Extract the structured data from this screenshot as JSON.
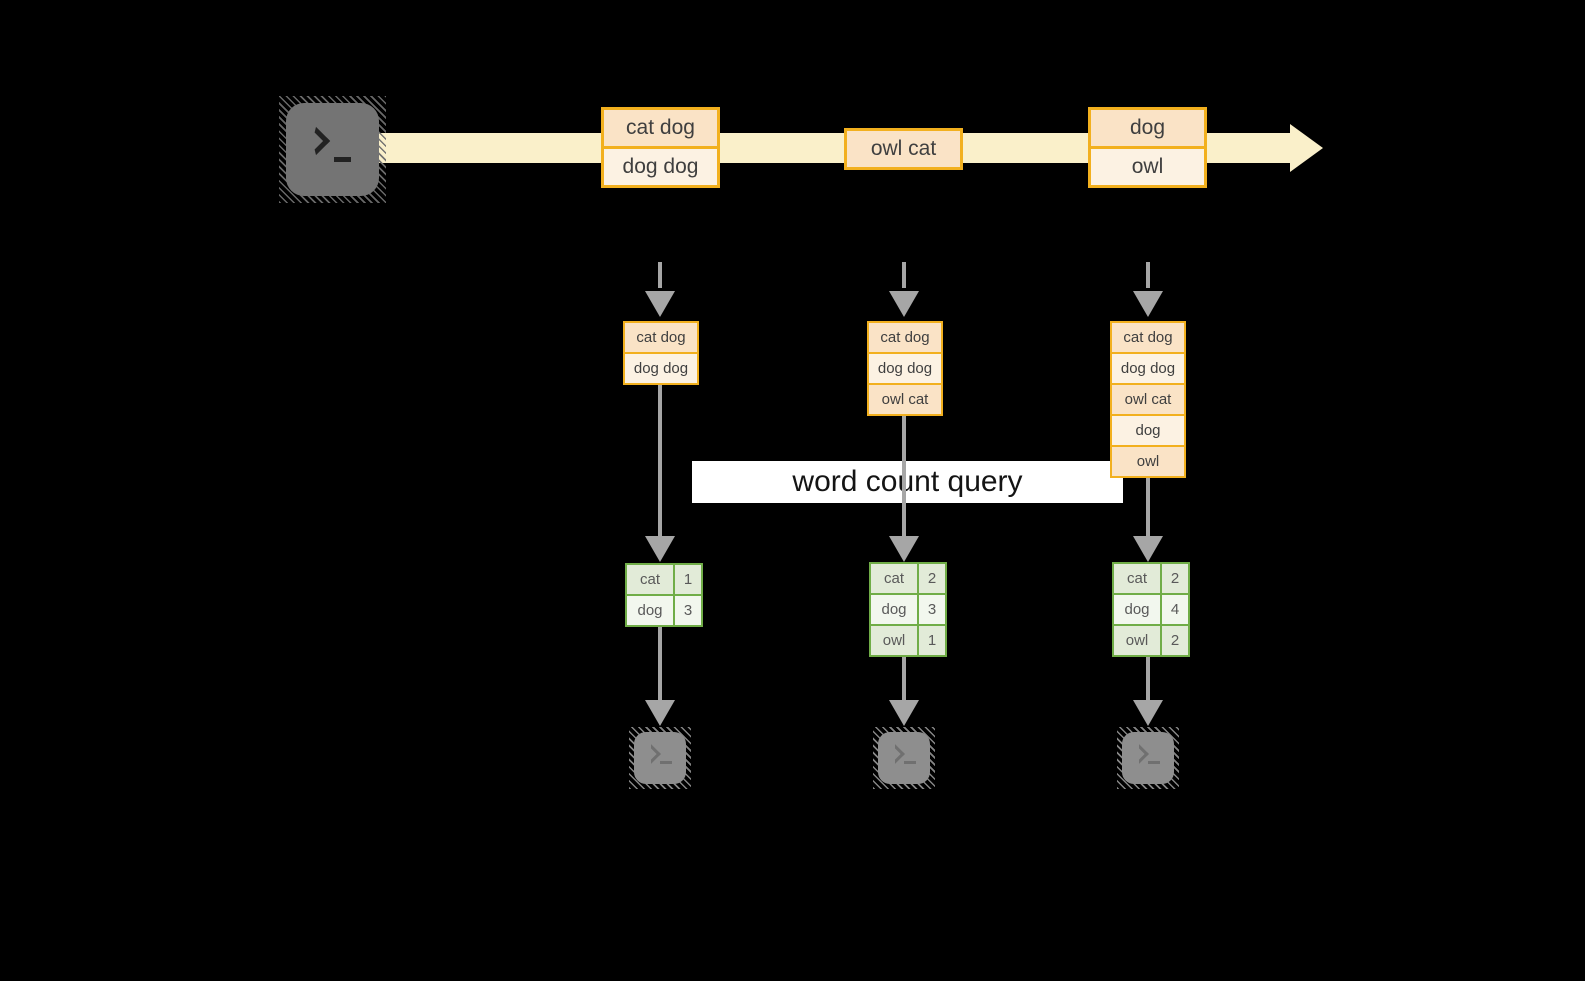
{
  "colors": {
    "background": "#000000",
    "stream_band": "#FAF0CA",
    "box_border": "#F2B01E",
    "box_fill_dark": "#FAE3C6",
    "box_fill_light": "#FCF2E3",
    "table_border": "#70AD47",
    "table_fill_dark": "#E2EBD8",
    "table_fill_light": "#F2F7EE",
    "arrow_gray": "#A6A6A6",
    "source_terminal_gray": "#747474",
    "output_terminal_gray": "#8E8E8E",
    "label_bg": "#FFFFFF"
  },
  "query_label": {
    "text": "word count query"
  },
  "timeline": {
    "events": [
      {
        "rows": [
          "cat dog",
          "dog dog"
        ]
      },
      {
        "rows": [
          "owl cat"
        ]
      },
      {
        "rows": [
          "dog",
          "owl"
        ]
      }
    ]
  },
  "columns": [
    {
      "input_rows": [
        "cat dog",
        "dog dog"
      ],
      "counts": [
        {
          "word": "cat",
          "value": "1"
        },
        {
          "word": "dog",
          "value": "3"
        }
      ]
    },
    {
      "input_rows": [
        "cat dog",
        "dog dog",
        "owl cat"
      ],
      "counts": [
        {
          "word": "cat",
          "value": "2"
        },
        {
          "word": "dog",
          "value": "3"
        },
        {
          "word": "owl",
          "value": "1"
        }
      ]
    },
    {
      "input_rows": [
        "cat dog",
        "dog dog",
        "owl cat",
        "dog",
        "owl"
      ],
      "counts": [
        {
          "word": "cat",
          "value": "2"
        },
        {
          "word": "dog",
          "value": "4"
        },
        {
          "word": "owl",
          "value": "2"
        }
      ]
    }
  ]
}
